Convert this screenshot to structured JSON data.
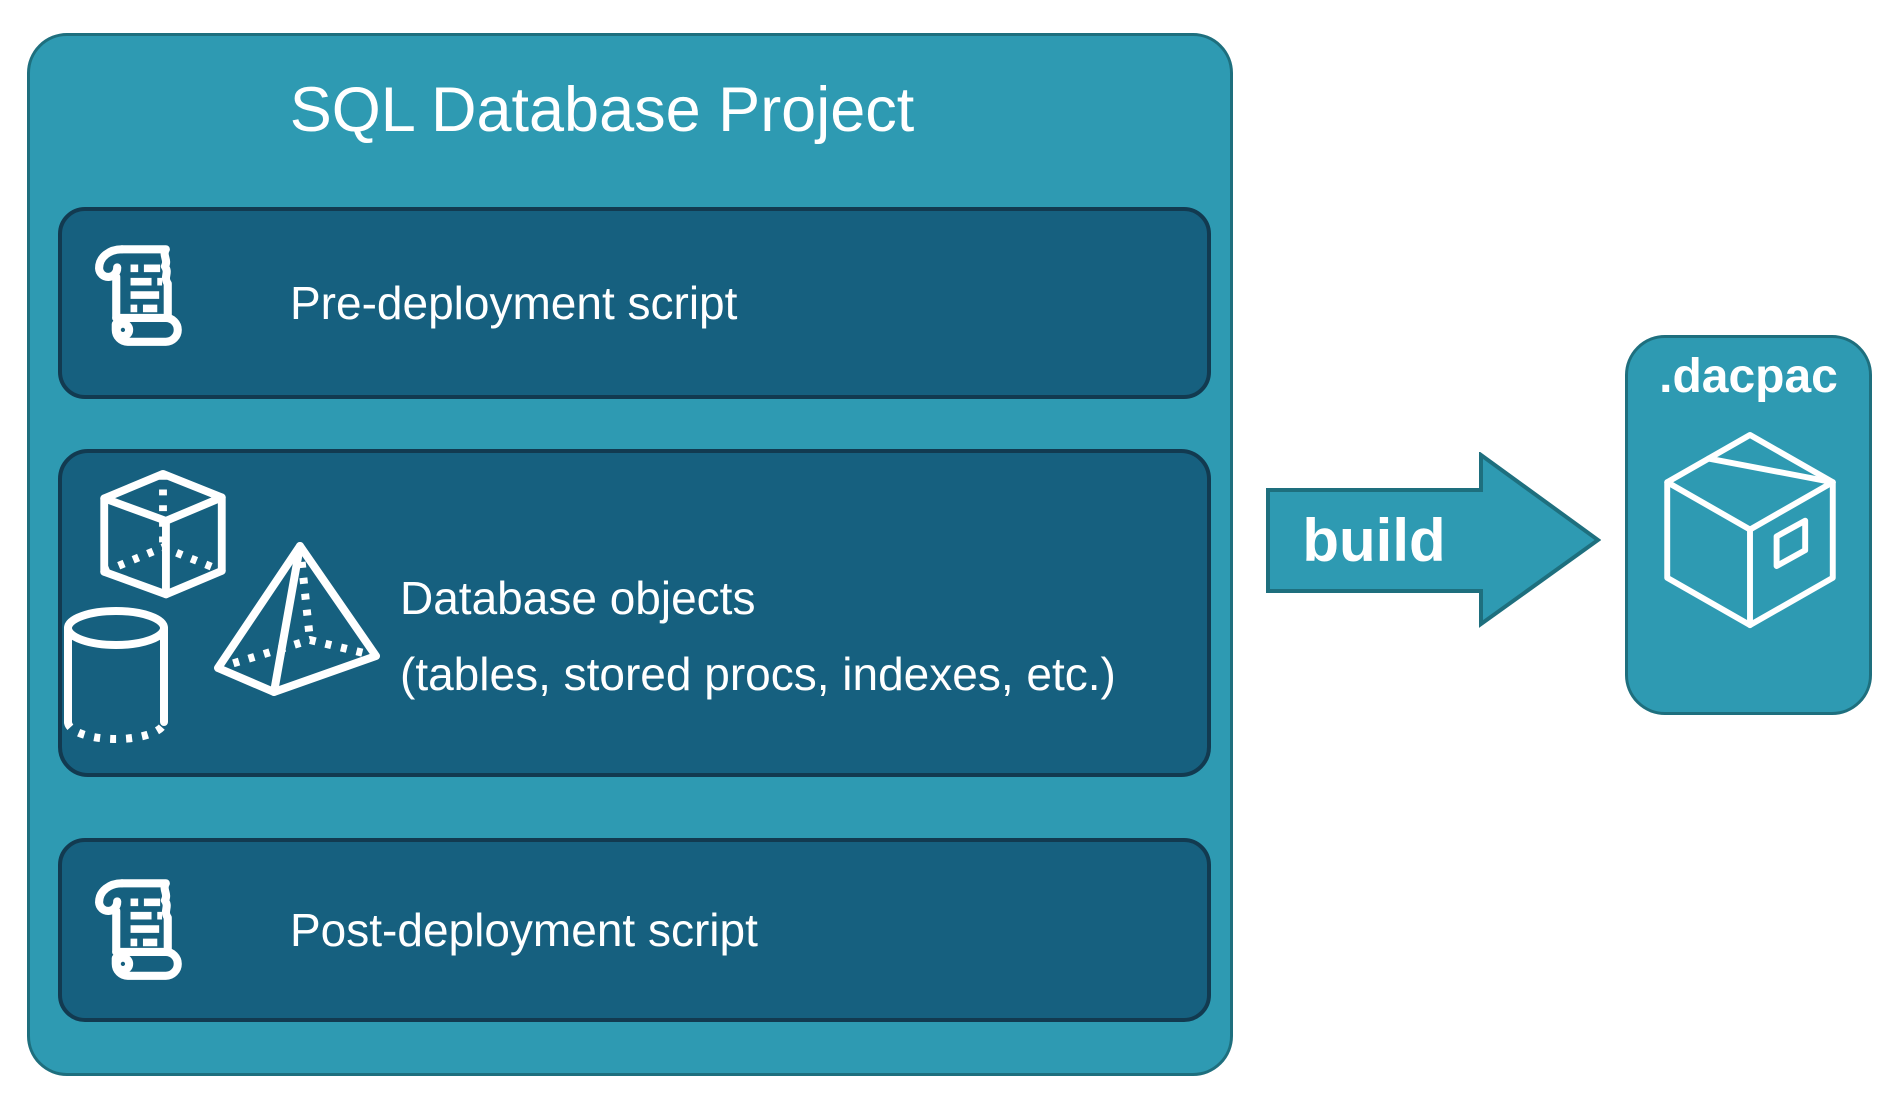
{
  "project": {
    "title": "SQL Database Project",
    "items": [
      {
        "label": "Pre-deployment script",
        "icon": "scroll-icon"
      },
      {
        "label_line1": "Database objects",
        "label_line2": "(tables, stored procs, indexes, etc.)",
        "icons": [
          "cuboid-icon",
          "pyramid-icon",
          "cylinder-icon"
        ]
      },
      {
        "label": "Post-deployment script",
        "icon": "scroll-icon"
      }
    ]
  },
  "arrow": {
    "label": "build"
  },
  "output": {
    "label": ".dacpac",
    "icon": "package-icon"
  },
  "colors": {
    "teal_fill": "#2E9AB2",
    "teal_border": "#1E6F7E",
    "panel_fill": "#16607F",
    "panel_border": "#123A50",
    "text": "#FFFFFF",
    "background": "#FFFFFF"
  }
}
